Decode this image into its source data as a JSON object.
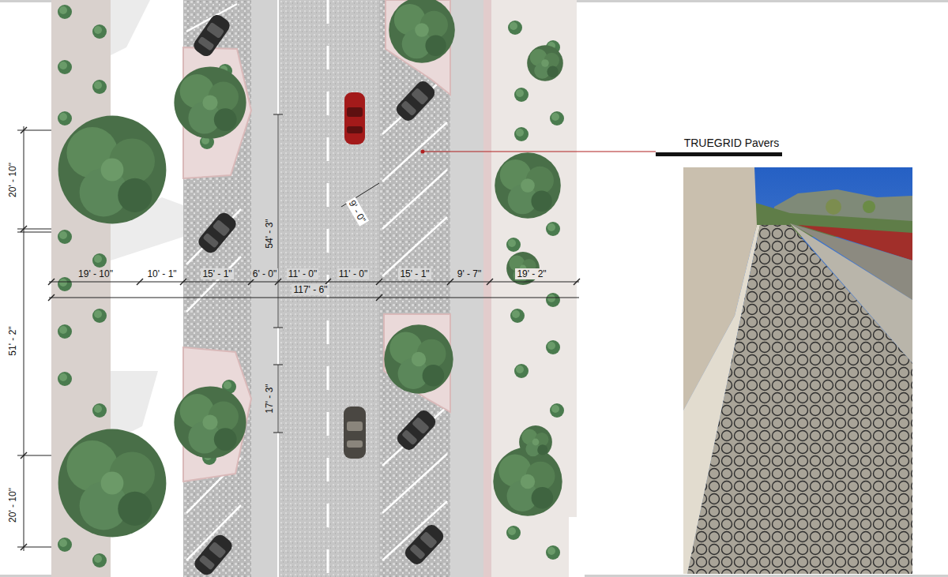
{
  "diagram": {
    "labels": [
      "TRUEGRID Pavers",
      "20' - 10\"",
      "54' - 3\"",
      "9' - 0\"",
      "19' - 10\"",
      "10' - 1\"",
      "15' - 1\"",
      "6' - 0\"",
      "11' - 0\"",
      "11' - 0\"",
      "15' - 1\"",
      "9' - 7\"",
      "19' - 2\"",
      "117' - 6\"",
      "51' - 2\"",
      "17' - 3\"",
      "20' - 10\""
    ]
  }
}
